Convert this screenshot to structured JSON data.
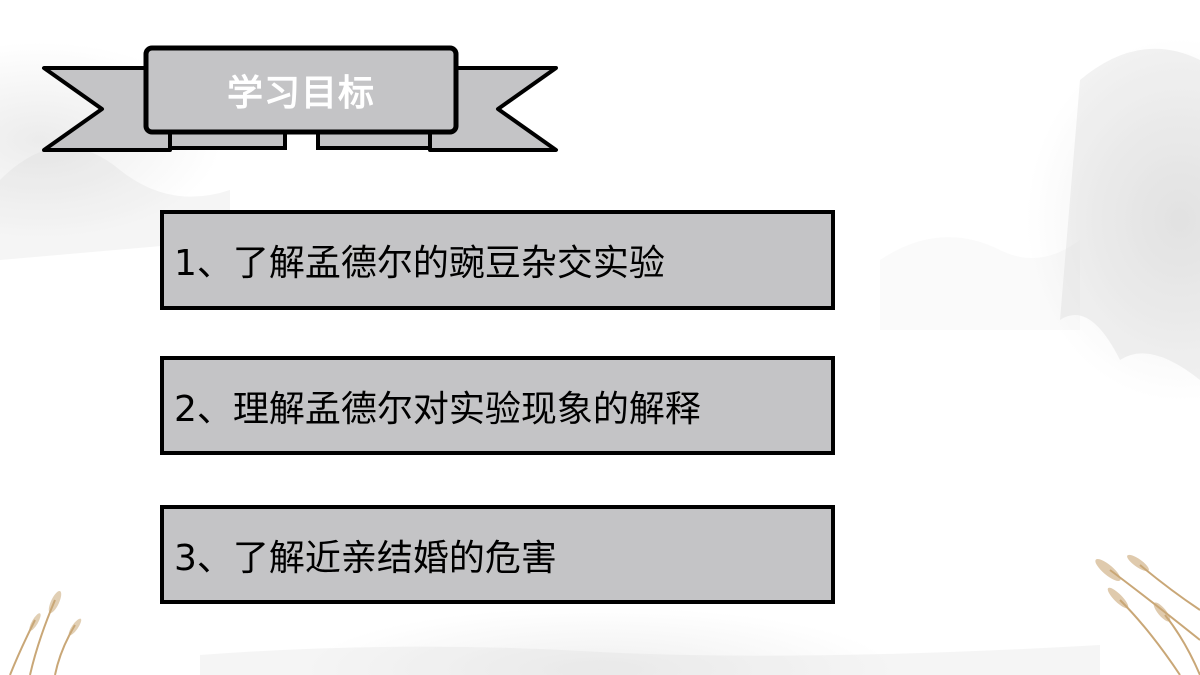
{
  "title": "学习目标",
  "goals": [
    "1、了解孟德尔的豌豆杂交实验",
    "2、理解孟德尔对实验现象的解释",
    "3、了解近亲结婚的危害"
  ],
  "colors": {
    "ribbon_fill": "#c4c4c6",
    "ribbon_stroke": "#000000",
    "box_fill": "#c4c4c6",
    "box_border": "#000000",
    "title_text": "#ffffff",
    "goal_text": "#000000"
  }
}
